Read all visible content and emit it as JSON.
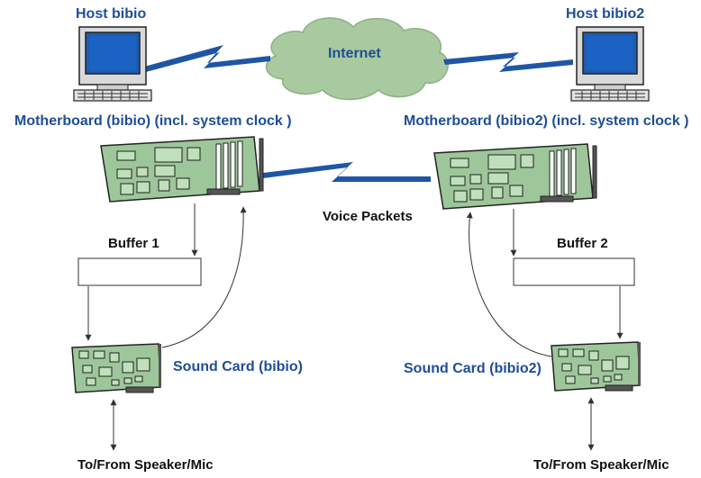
{
  "hosts": {
    "left": {
      "name": "Host bibio",
      "motherboard": "Motherboard (bibio) (incl. system clock )",
      "buffer": "Buffer 1",
      "sound_card": "Sound Card (bibio)",
      "io": "To/From Speaker/Mic"
    },
    "right": {
      "name": "Host bibio2",
      "motherboard": "Motherboard (bibio2) (incl. system clock )",
      "buffer": "Buffer 2",
      "sound_card": "Sound Card (bibio2)",
      "io": "To/From Speaker/Mic"
    }
  },
  "network": {
    "internet": "Internet",
    "voice_packets": "Voice Packets"
  },
  "colors": {
    "label_blue": "#1f4e96",
    "board_green": "#9dc79a",
    "cloud_green": "#a9c9a0",
    "link_blue": "#1f55a6"
  }
}
